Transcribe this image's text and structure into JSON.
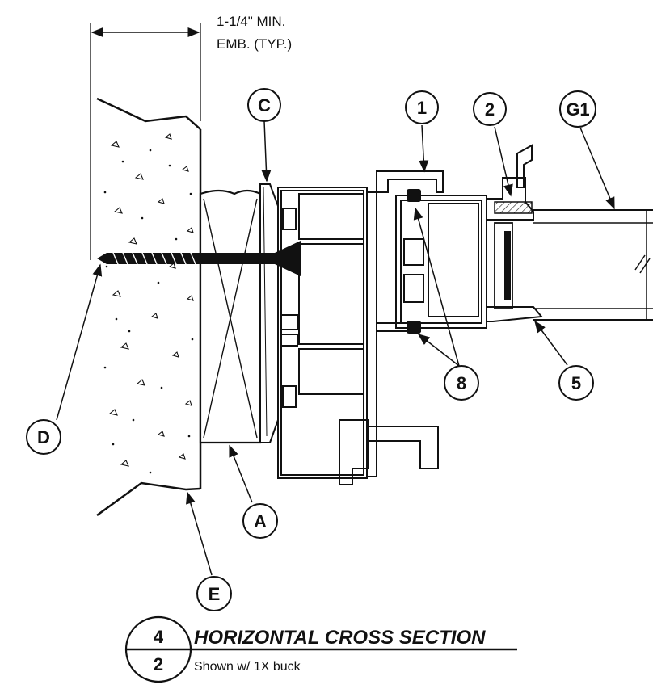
{
  "dimension": {
    "line1": "1-1/4\" MIN.",
    "line2": "EMB. (TYP.)"
  },
  "callouts": {
    "c": "C",
    "one": "1",
    "two": "2",
    "g1": "G1",
    "d": "D",
    "a": "A",
    "e": "E",
    "eight": "8",
    "five": "5"
  },
  "title": {
    "detail_number": "4",
    "sheet_number": "2",
    "heading": "HORIZONTAL CROSS SECTION",
    "subheading": "Shown w/ 1X buck"
  }
}
